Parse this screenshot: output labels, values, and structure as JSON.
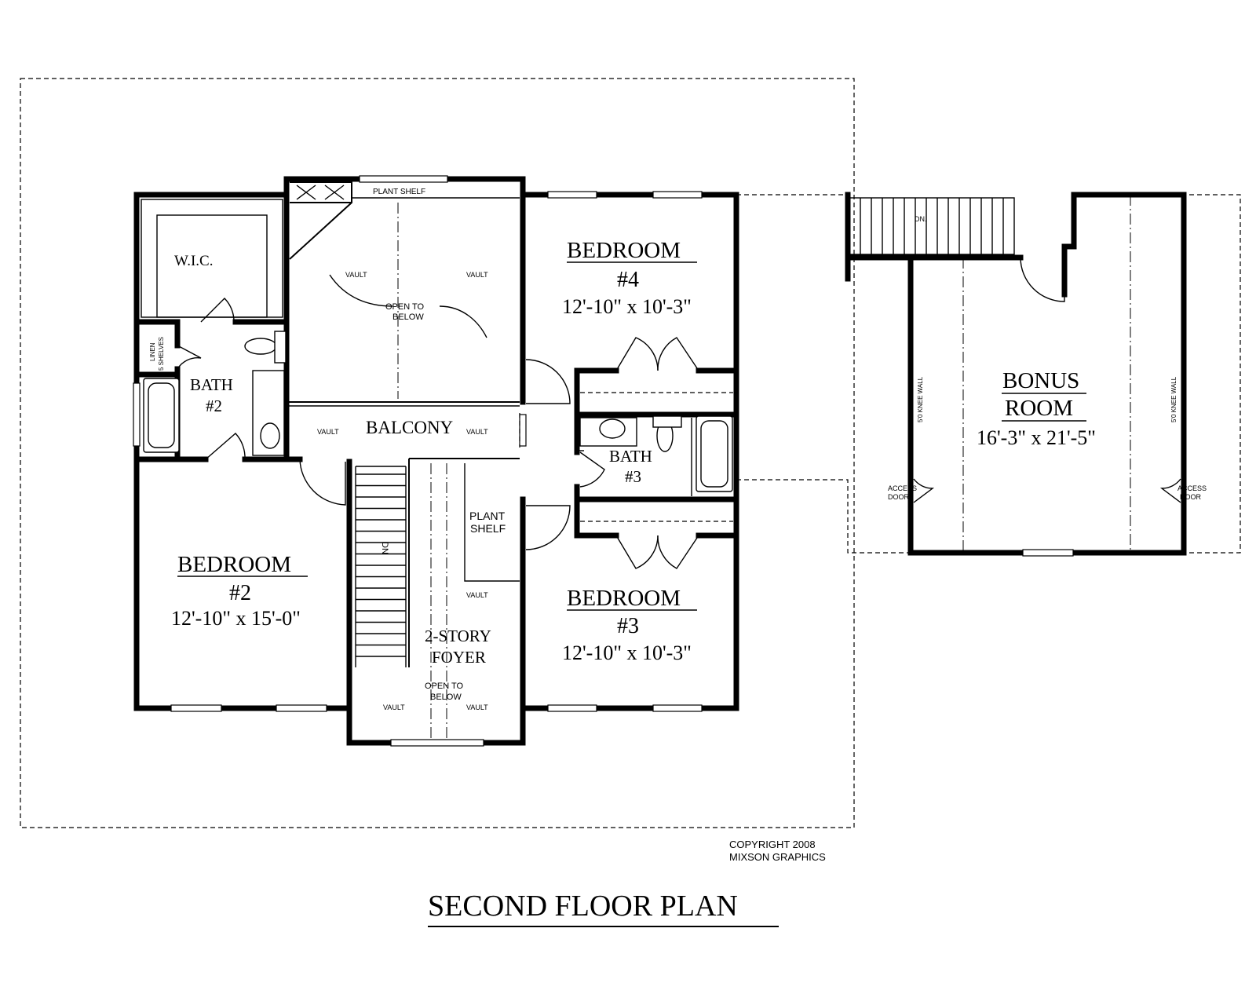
{
  "title": "SECOND FLOOR PLAN",
  "copyright": {
    "line1": "COPYRIGHT  2008",
    "line2": "MIXSON  GRAPHICS"
  },
  "rooms": {
    "wic": "W.I.C.",
    "linen_a": "LINEN",
    "linen_b": "5 SHELVES",
    "bath2_name": "BATH",
    "bath2_num": "#2",
    "bedroom2_name": "BEDROOM",
    "bedroom2_num": "#2",
    "bedroom2_size": "12'-10\" x 15'-0\"",
    "bedroom4_name": "BEDROOM",
    "bedroom4_num": "#4",
    "bedroom4_size": "12'-10\" x 10'-3\"",
    "bedroom3_name": "BEDROOM",
    "bedroom3_num": "#3",
    "bedroom3_size": "12'-10\" x 10'-3\"",
    "bath3_name": "BATH",
    "bath3_num": "#3",
    "balcony": "BALCONY",
    "foyer_a": "2-STORY",
    "foyer_b": "FOYER",
    "bonus_a": "BONUS",
    "bonus_b": "ROOM",
    "bonus_size": "16'-3\" x 21'-5\""
  },
  "notes": {
    "plant_shelf_top": "PLANT  SHELF",
    "plant_shelf_a": "PLANT",
    "plant_shelf_b": "SHELF",
    "open_below_a": "OPEN  TO",
    "open_below_b": "BELOW",
    "open_below2_a": "OPEN  TO",
    "open_below2_b": "BELOW",
    "vault": "VAULT",
    "dn": "DN",
    "dn_bonus": "DN.",
    "knee_wall": "5'0 KNEE WALL",
    "access_a": "ACCESS",
    "access_b": "DOOR"
  }
}
